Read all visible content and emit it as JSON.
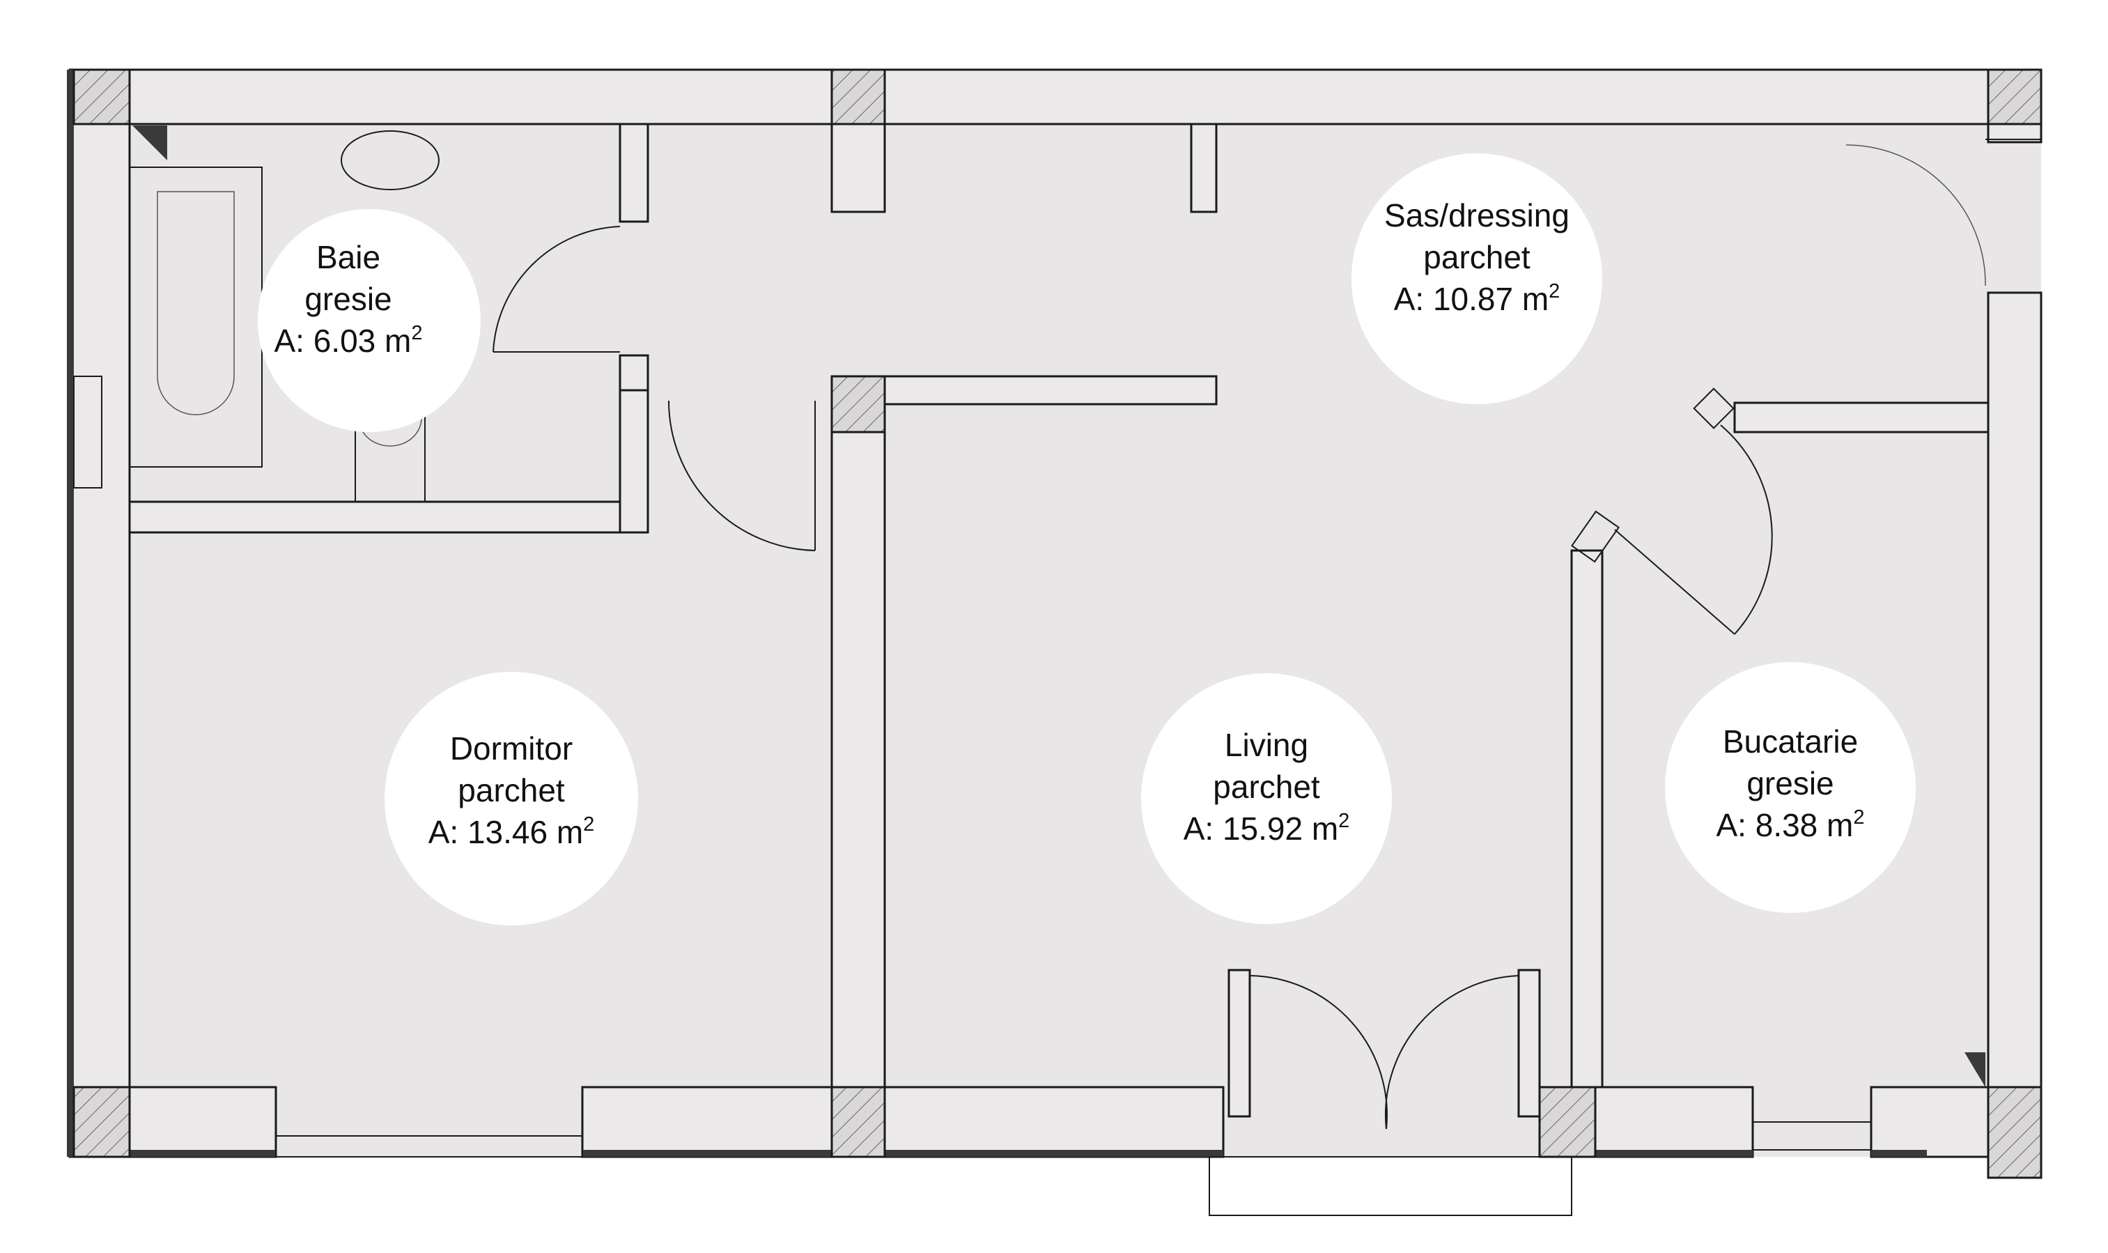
{
  "rooms": [
    {
      "id": "baie",
      "name": "Baie",
      "floor": "gresie",
      "area_prefix": "A: ",
      "area": "6.03 m",
      "unit_sup": "2"
    },
    {
      "id": "sas",
      "name": "Sas/dressing",
      "floor": "parchet",
      "area_prefix": "A: ",
      "area": "10.87 m",
      "unit_sup": "2"
    },
    {
      "id": "dormitor",
      "name": "Dormitor",
      "floor": "parchet",
      "area_prefix": "A: ",
      "area": "13.46 m",
      "unit_sup": "2"
    },
    {
      "id": "living",
      "name": "Living",
      "floor": "parchet",
      "area_prefix": "A: ",
      "area": "15.92 m",
      "unit_sup": "2"
    },
    {
      "id": "bucatarie",
      "name": "Bucatarie",
      "floor": "gresie",
      "area_prefix": "A: ",
      "area": "8.38 m",
      "unit_sup": "2"
    }
  ],
  "colors": {
    "floor": "#e8e6e7",
    "wall_line": "#1a1a1a",
    "label_bubble": "#ffffff"
  }
}
